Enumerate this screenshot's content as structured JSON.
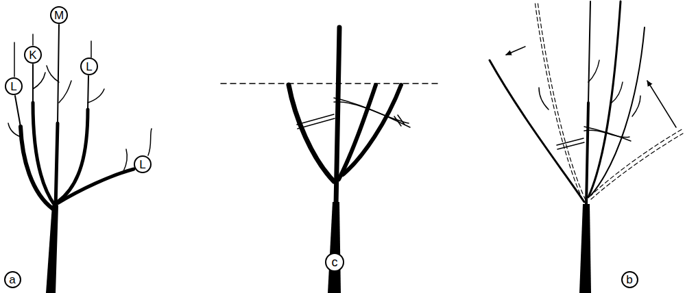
{
  "diagram": {
    "nodes": [
      {
        "text": [
          "M"
        ]
      },
      {
        "text": [
          "K"
        ]
      },
      {
        "text": [
          "L"
        ]
      },
      {
        "text": [
          "L"
        ]
      },
      {
        "text": [
          "L"
        ]
      },
      {
        "text": [
          "a"
        ]
      },
      {
        "text": [
          "c"
        ]
      },
      {
        "text": [
          "b"
        ]
      }
    ]
  }
}
